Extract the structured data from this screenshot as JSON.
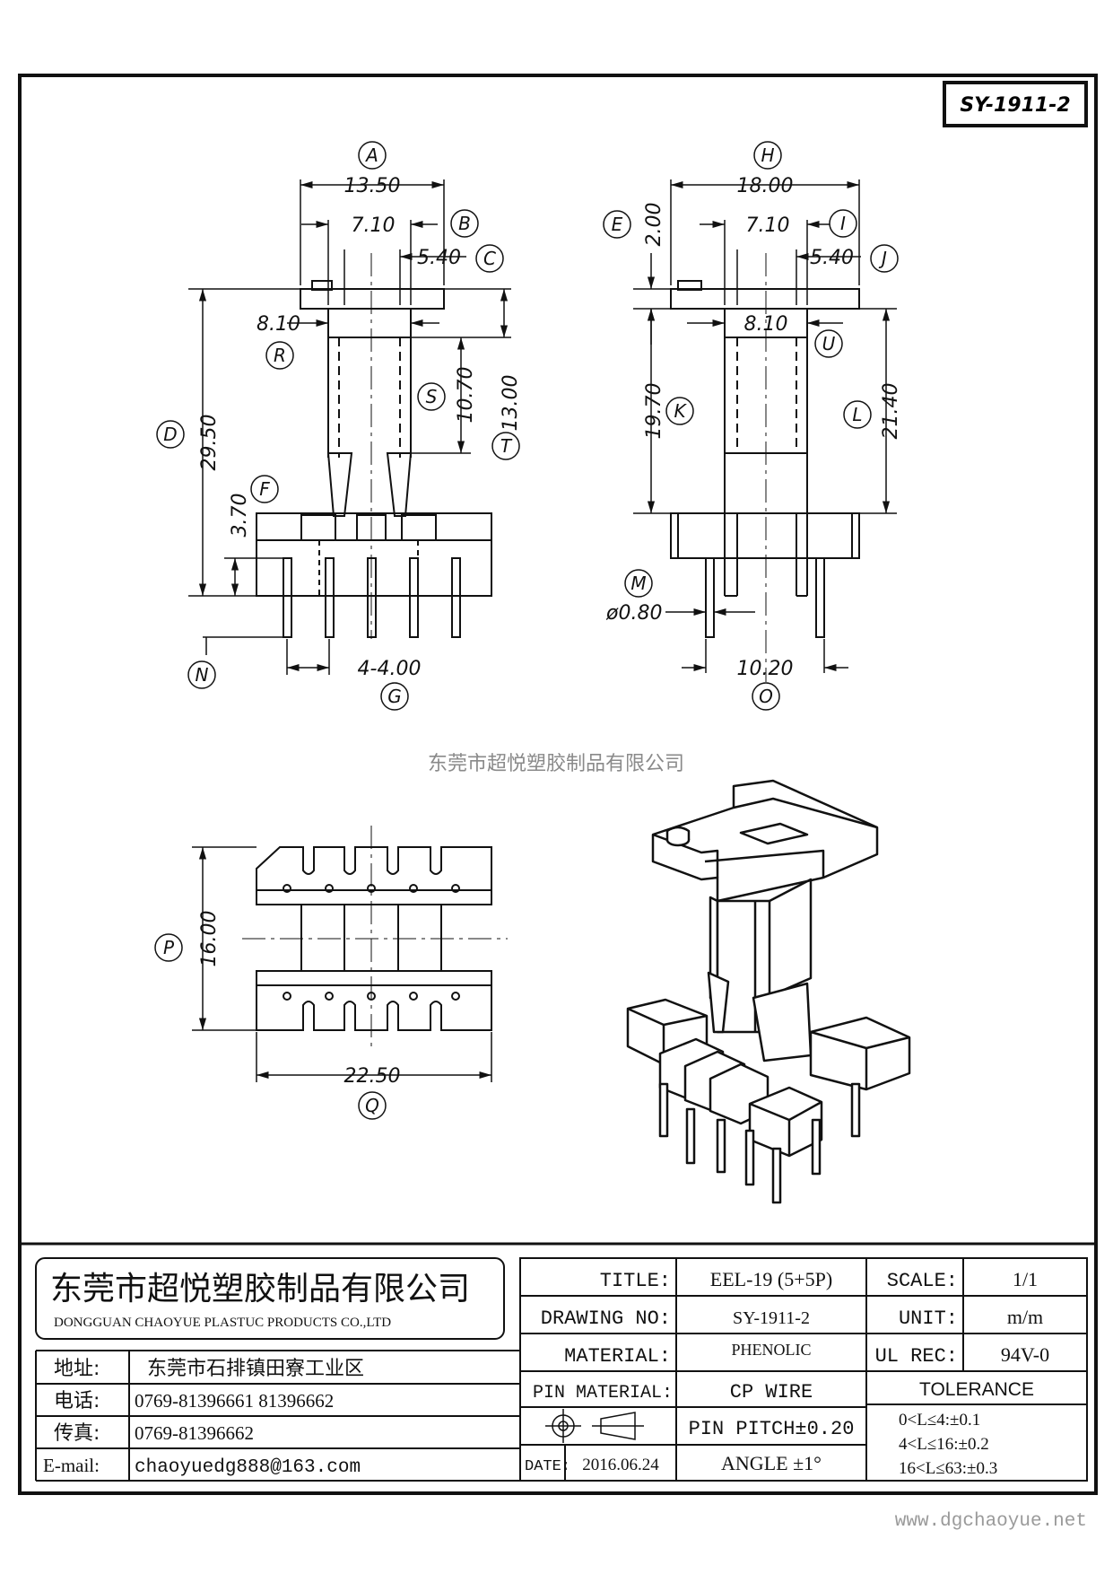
{
  "drawing_code": "SY-1911-2",
  "watermark": "东莞市超悦塑胶制品有限公司",
  "website": "www.dgchaoyue.net",
  "front_view": {
    "dim_a": "13.50",
    "dim_b": "7.10",
    "dim_c": "5.40",
    "dim_r": "8.10",
    "dim_s": "10.70",
    "dim_t": "13.00",
    "dim_d": "29.50",
    "dim_f": "3.70",
    "dim_g": "4-4.00",
    "labels": {
      "a": "A",
      "b": "B",
      "c": "C",
      "d": "D",
      "f": "F",
      "g": "G",
      "n": "N",
      "r": "R",
      "s": "S",
      "t": "T"
    }
  },
  "side_view": {
    "dim_h": "18.00",
    "dim_e": "2.00",
    "dim_i": "7.10",
    "dim_j": "5.40",
    "dim_u": "8.10",
    "dim_k": "19.70",
    "dim_l": "21.40",
    "dim_m": "ø0.80",
    "dim_o": "10.20",
    "labels": {
      "h": "H",
      "e": "E",
      "i": "I",
      "j": "J",
      "u": "U",
      "k": "K",
      "l": "L",
      "m": "M",
      "o": "O"
    }
  },
  "bottom_view": {
    "dim_p": "16.00",
    "dim_q": "22.50",
    "labels": {
      "p": "P",
      "q": "Q"
    }
  },
  "title_block": {
    "company_cn": "东莞市超悦塑胶制品有限公司",
    "company_en": "DONGGUAN CHAOYUE PLASTUC PRODUCTS CO.,LTD",
    "address_label": "地址:",
    "address_value": "东莞市石排镇田寮工业区",
    "phone_label": "电话:",
    "phone_value": "0769-81396661  81396662",
    "fax_label": "传真:",
    "fax_value": "0769-81396662",
    "email_label": "E-mail:",
    "email_value": "chaoyuedg888@163.com",
    "title_label": "TITLE:",
    "title_value": "EEL-19 (5+5P)",
    "drawing_no_label": "DRAWING NO:",
    "drawing_no_value": "SY-1911-2",
    "material_label": "MATERIAL:",
    "material_value": "PHENOLIC",
    "pin_material_label": "PIN MATERIAL:",
    "pin_material_value": "CP WIRE",
    "pin_pitch": "PIN PITCH±0.20",
    "date_label": "DATE:",
    "date_value": "2016.06.24",
    "angle": "ANGLE  ±1°",
    "scale_label": "SCALE:",
    "scale_value": "1/1",
    "unit_label": "UNIT:",
    "unit_value": "m/m",
    "ul_label": "UL REC:",
    "ul_value": "94V-0",
    "tolerance_label": "TOLERANCE",
    "tolerance_rows": [
      "0<L≤4:±0.1",
      "4<L≤16:±0.2",
      "16<L≤63:±0.3"
    ]
  }
}
